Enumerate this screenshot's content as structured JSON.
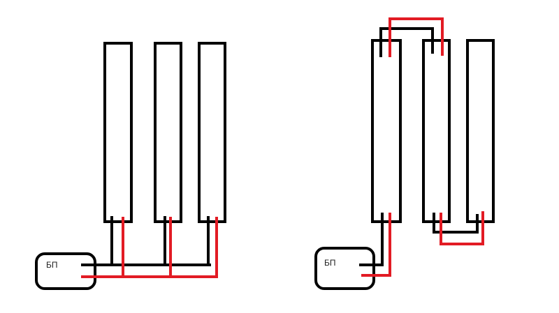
{
  "diagrams": [
    {
      "name": "parallel",
      "psu_label": "БП"
    },
    {
      "name": "series",
      "psu_label": "БП"
    }
  ],
  "colors": {
    "outline": "#000000",
    "negative_wire": "#000000",
    "positive_wire": "#e21b24"
  }
}
